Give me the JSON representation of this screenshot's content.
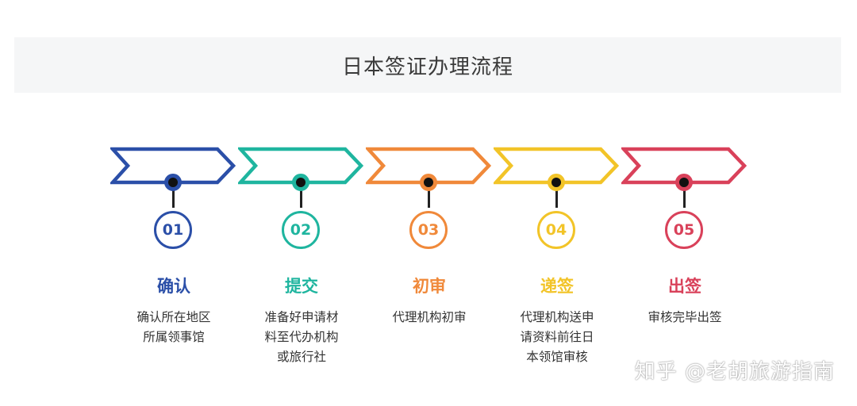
{
  "title": "日本签证办理流程",
  "steps": [
    {
      "num": "01",
      "title": "确认",
      "desc": [
        "确认所在地区",
        "所属领事馆"
      ],
      "color": "#2b4fa8",
      "light": "#2b4fa8"
    },
    {
      "num": "02",
      "title": "提交",
      "desc": [
        "准备好申请材",
        "料至代办机构",
        "或旅行社"
      ],
      "color": "#1fb59f",
      "light": "#1fb59f"
    },
    {
      "num": "03",
      "title": "初审",
      "desc": [
        "代理机构初审"
      ],
      "color": "#f0893a",
      "light": "#f0893a"
    },
    {
      "num": "04",
      "title": "递签",
      "desc": [
        "代理机构送申",
        "请资料前往日",
        "本领馆审核"
      ],
      "color": "#f2c428",
      "light": "#f2c428"
    },
    {
      "num": "05",
      "title": "出签",
      "desc": [
        "审核完毕出签"
      ],
      "color": "#d9415a",
      "light": "#d9415a"
    }
  ],
  "watermark": "知乎 @老胡旅游指南"
}
